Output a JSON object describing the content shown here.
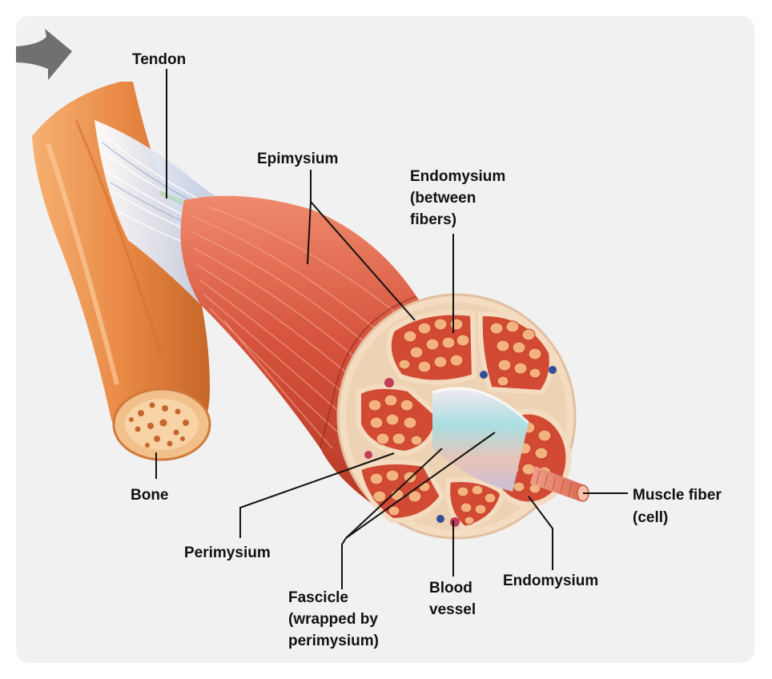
{
  "labels": {
    "tendon": "Tendon",
    "epimysium": "Epimysium",
    "endomysium_top": [
      "Endomysium",
      "(between",
      "fibers)"
    ],
    "bone": "Bone",
    "perimysium": "Perimysium",
    "fascicle": [
      "Fascicle",
      "(wrapped by",
      "perimysium)"
    ],
    "blood_vessel": [
      "Blood",
      "vessel"
    ],
    "endomysium_bottom": "Endomysium",
    "muscle_fiber": [
      "Muscle fiber",
      "(cell)"
    ]
  },
  "icons": {
    "arrow": "gray-arrow-icon"
  },
  "colors": {
    "bone": "#e98a45",
    "muscle": "#d6523c",
    "tendon": "#c9d2e6",
    "fascicle_fill": "#d24a34",
    "fiber_fill": "#f3b27e",
    "sheath": "#f3dcc0",
    "vessel": "#c33b5a",
    "nerve": "#2f4f9a"
  }
}
